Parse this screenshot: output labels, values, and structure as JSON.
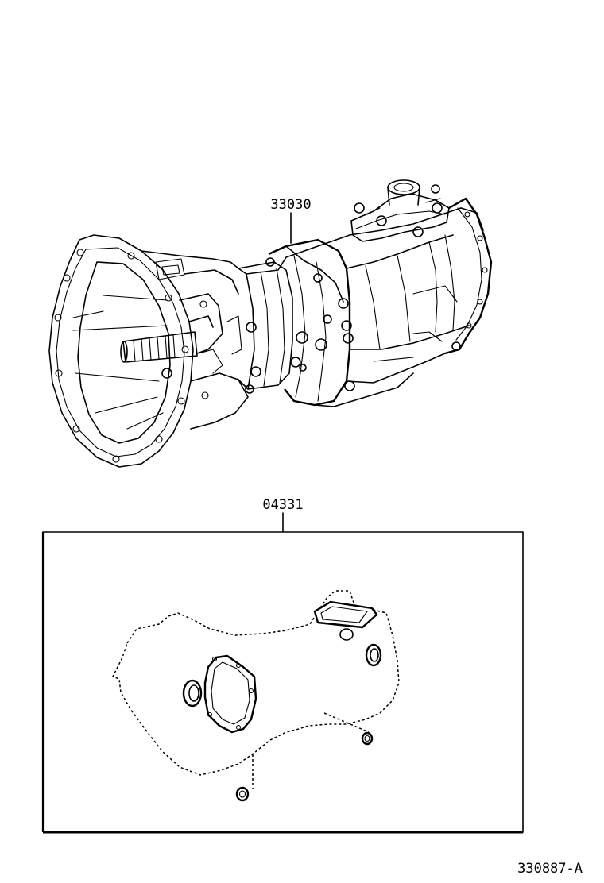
{
  "parts": [
    {
      "callout": "33030"
    },
    {
      "callout": "04331"
    }
  ],
  "diagram_code": "330887-A"
}
